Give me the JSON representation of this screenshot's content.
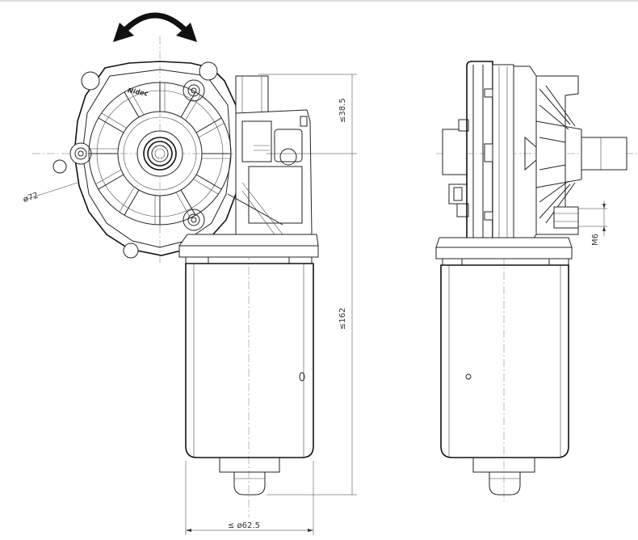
{
  "dimensions": {
    "gear_diameter": "ø72",
    "motor_diameter": "≤ ø62.5",
    "overall_height": "≤162",
    "shaft_offset": "≤38.5",
    "thread": "M6"
  },
  "logo_text": "Nidec",
  "icons": {
    "rotation": "bidirectional-rotation-arrow-icon"
  }
}
